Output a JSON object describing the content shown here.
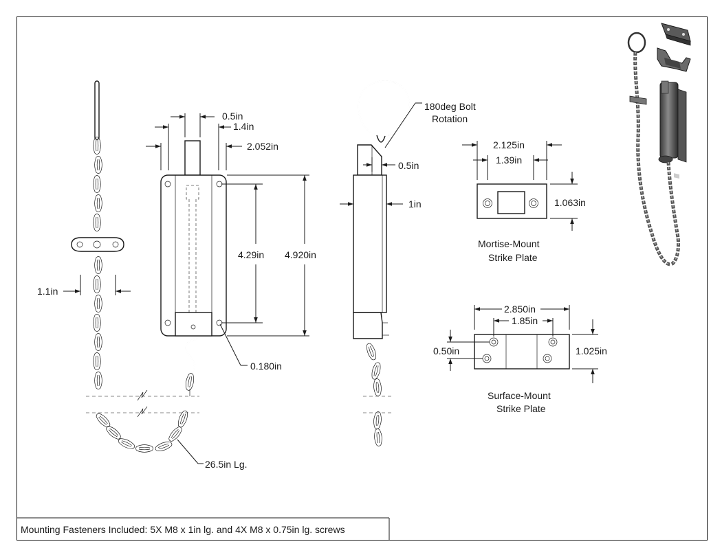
{
  "drawing": {
    "labels": {
      "dim_0_5in_top": "0.5in",
      "dim_1_4in": "1.4in",
      "dim_2_052in": "2.052in",
      "dim_4_29in": "4.29in",
      "dim_4_920in": "4.920in",
      "dim_0_180in": "0.180in",
      "dim_1_1in": "1.1in",
      "dim_26_5in": "26.5in Lg.",
      "bolt_rotation_1": "180deg Bolt",
      "bolt_rotation_2": "Rotation",
      "dim_0_5in_side": "0.5in",
      "dim_1in": "1in",
      "dim_2_125in": "2.125in",
      "dim_1_39in": "1.39in",
      "dim_1_063in": "1.063in",
      "mortise_title_1": "Mortise-Mount",
      "mortise_title_2": "Strike Plate",
      "dim_2_850in": "2.850in",
      "dim_1_85in": "1.85in",
      "dim_0_50in": "0.50in",
      "dim_1_025in": "1.025in",
      "surface_title_1": "Surface-Mount",
      "surface_title_2": "Strike Plate",
      "fasteners_note": "Mounting Fasteners Included: 5X M8 x 1in lg. and 4X M8 x 0.75in lg. screws"
    },
    "icons": [
      "chain-link-icon",
      "arrowhead-icon"
    ],
    "colors": {
      "line": "#1a1a1a",
      "iso_fill": "#6a6a6a"
    }
  }
}
